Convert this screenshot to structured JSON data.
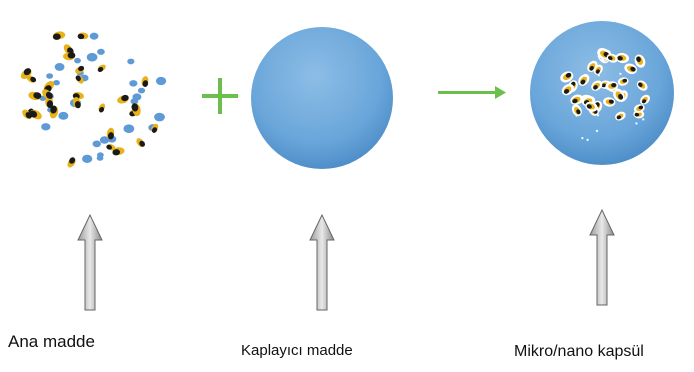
{
  "labels": {
    "core": "Ana madde",
    "coating": "Kaplayıcı madde",
    "capsule": "Mikro/nano kapsül"
  },
  "colors": {
    "sphere": "#6aa6da",
    "plus": "#6cbf4a",
    "arrow": "#6cbf4a",
    "particle_blue": "#5e9bd6",
    "particle_yellow": "#e8b21a",
    "particle_dark": "#1a1a1a",
    "up_arrow": "#c8c8c8"
  },
  "icons": {
    "plus": "plus-icon",
    "right_arrow": "right-arrow-icon",
    "up_arrow": "up-arrow-icon"
  }
}
